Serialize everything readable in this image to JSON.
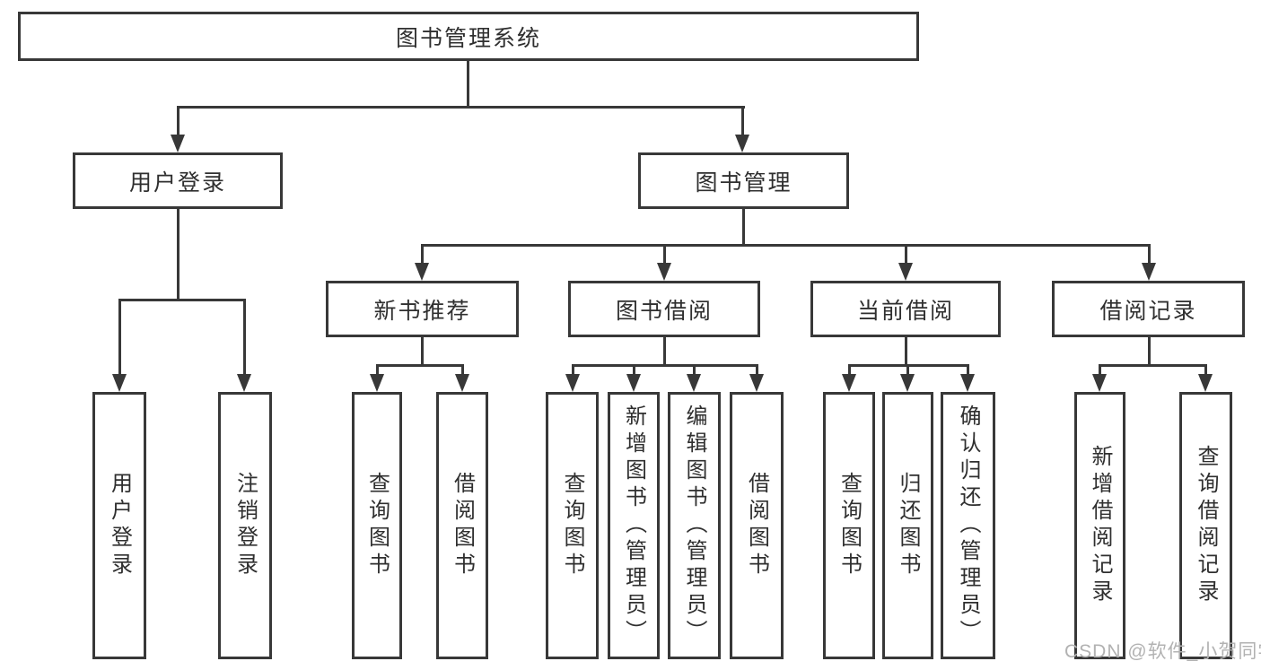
{
  "colors": {
    "line": "#383838",
    "text": "#2f2f2f",
    "bg": "#ffffff",
    "watermark": "#b2b2b2"
  },
  "watermark": {
    "text": "CSDN @软件_小贺同学"
  },
  "tree": {
    "root": {
      "label": "图书管理系统"
    },
    "level2": [
      {
        "label": "用户登录"
      },
      {
        "label": "图书管理"
      }
    ],
    "level3": [
      {
        "label": "新书推荐"
      },
      {
        "label": "图书借阅"
      },
      {
        "label": "当前借阅"
      },
      {
        "label": "借阅记录"
      }
    ],
    "leafGroups": [
      {
        "parent": "用户登录",
        "leaves": [
          "用户登录",
          "注销登录"
        ]
      },
      {
        "parent": "新书推荐",
        "leaves": [
          "查询图书",
          "借阅图书"
        ]
      },
      {
        "parent": "图书借阅",
        "leaves": [
          "查询图书",
          "新增图书（管理员）",
          "编辑图书（管理员）",
          "借阅图书"
        ]
      },
      {
        "parent": "当前借阅",
        "leaves": [
          "查询图书",
          "归还图书",
          "确认归还（管理员）"
        ]
      },
      {
        "parent": "借阅记录",
        "leaves": [
          "新增借阅记录",
          "查询借阅记录"
        ]
      }
    ]
  }
}
